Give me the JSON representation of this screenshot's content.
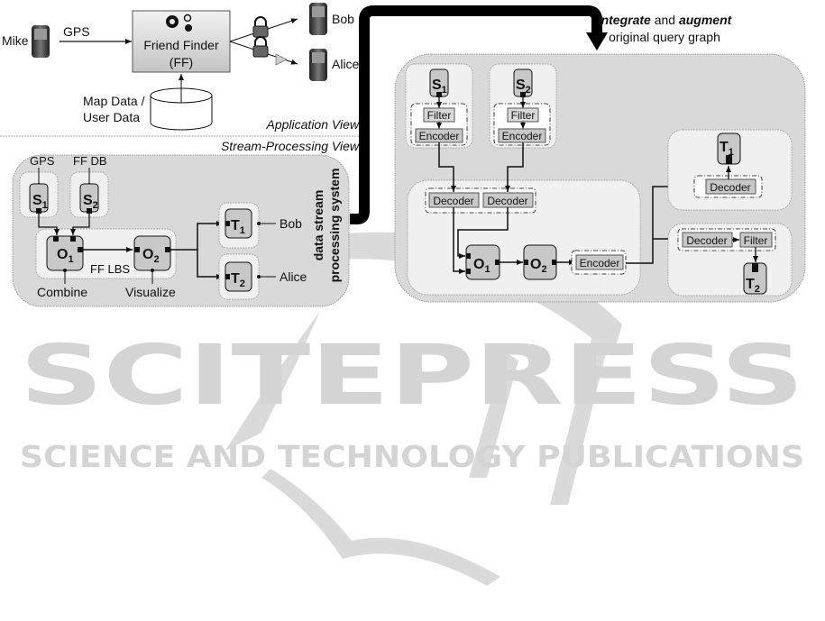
{
  "app_view": {
    "mike": "Mike",
    "gps": "GPS",
    "friend_finder_line1": "Friend Finder",
    "friend_finder_line2": "(FF)",
    "bob": "Bob",
    "alice": "Alice",
    "map_data_line1": "Map Data /",
    "map_data_line2": "User Data",
    "view_label": "Application View"
  },
  "stream_view": {
    "view_label": "Stream-Processing View",
    "gps": "GPS",
    "ffdb": "FF DB",
    "s1": "S",
    "s1_sub": "1",
    "s2": "S",
    "s2_sub": "2",
    "o1": "O",
    "o1_sub": "1",
    "o2": "O",
    "o2_sub": "2",
    "t1": "T",
    "t1_sub": "1",
    "t2": "T",
    "t2_sub": "2",
    "ff_lbs": "FF LBS",
    "combine": "Combine",
    "visualize": "Visualize",
    "bob": "Bob",
    "alice": "Alice",
    "system_line1": "data stream",
    "system_line2": "processing system"
  },
  "augmented": {
    "caption_bold1": "integrate",
    "caption_and": " and ",
    "caption_bold2": "augment",
    "caption_line2": "original query graph",
    "s1": "S",
    "s1_sub": "1",
    "s2": "S",
    "s2_sub": "2",
    "filter": "Filter",
    "encoder": "Encoder",
    "decoder": "Decoder",
    "o1": "O",
    "o1_sub": "1",
    "o2": "O",
    "o2_sub": "2",
    "t1": "T",
    "t1_sub": "1",
    "t2": "T",
    "t2_sub": "2"
  },
  "watermark": {
    "main": "SCITEPRESS",
    "sub": "SCIENCE AND TECHNOLOGY PUBLICATIONS"
  },
  "colors": {
    "outer_box": "#d9d9d9",
    "inner_box": "#f0f0f0",
    "node_fill": "#c8c8c8",
    "watermark": "#d0d0d0"
  }
}
